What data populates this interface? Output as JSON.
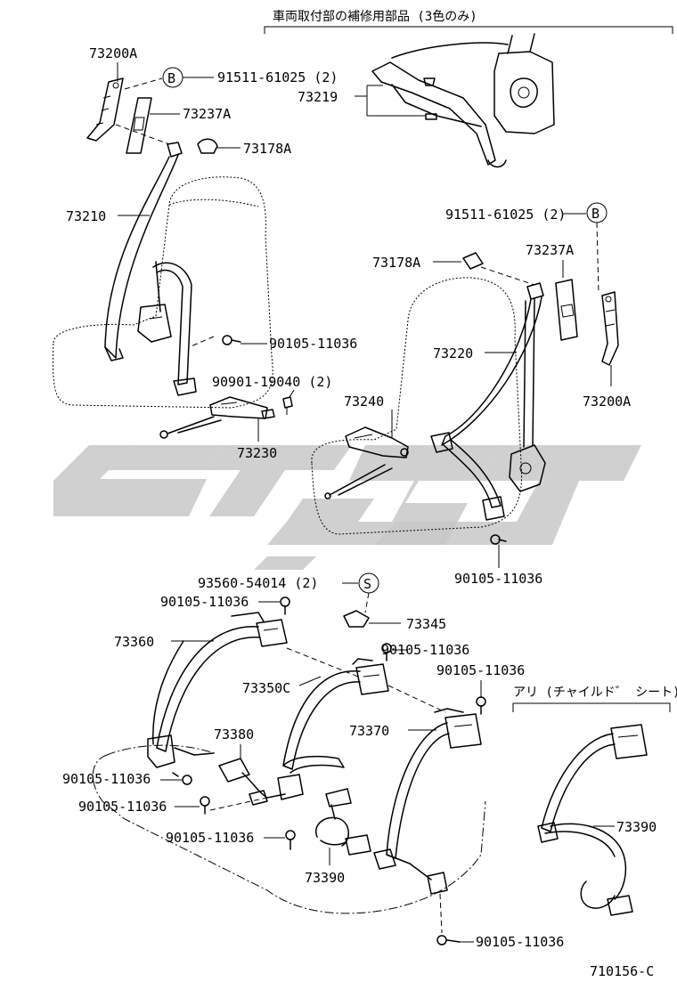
{
  "labels": {
    "header_jp": "車両取付部の補修用部品 (3色のみ)",
    "p73200a_top": "73200A",
    "ref_b_top": "B",
    "p91511_top": "91511-61025 (2)",
    "p73237a_top": "73237A",
    "p73219": "73219",
    "p73178a_top": "73178A",
    "p73210": "73210",
    "p91511_mid": "91511-61025 (2)",
    "ref_b_mid": "B",
    "p73237a_mid": "73237A",
    "p73178a_mid": "73178A",
    "p90105_a": "90105-11036",
    "p90901": "90901-19040 (2)",
    "p73220": "73220",
    "p73200a_mid": "73200A",
    "p73240": "73240",
    "p73230": "73230",
    "p90105_b": "90105-11036",
    "p93560": "93560-54014 (2)",
    "ref_s": "S",
    "p90105_c": "90105-11036",
    "p73345": "73345",
    "p73360": "73360",
    "p90105_d": "90105-11036",
    "p73350c": "73350C",
    "p90105_e": "90105-11036",
    "p73380": "73380",
    "p73370": "73370",
    "child_seat_jp": "アリ (チャイルド゛ シート)",
    "p90105_f": "90105-11036",
    "p90105_g": "90105-11036",
    "p73390_right": "73390",
    "p90105_h": "90105-11036",
    "p73390_bottom": "73390",
    "p90105_i": "90105-11036",
    "diagram_code": "710156-C"
  },
  "colors": {
    "line": "#000000",
    "watermark": "#c8c8c8",
    "background": "#ffffff"
  }
}
